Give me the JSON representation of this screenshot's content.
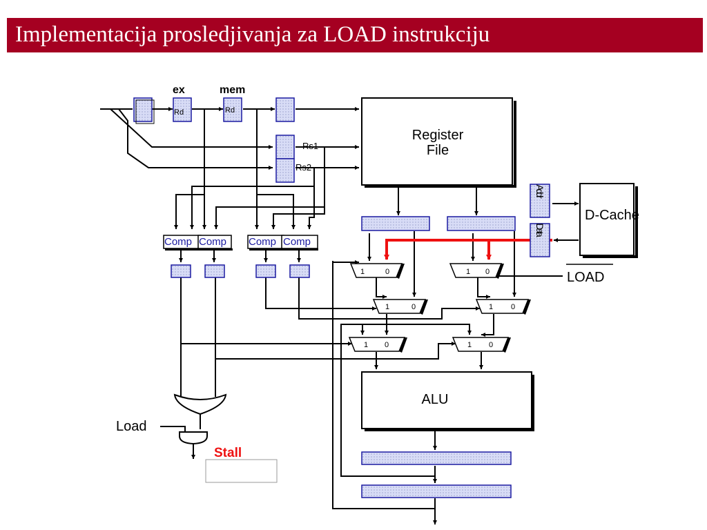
{
  "title": "Implementacija prosledjivanja za LOAD instrukciju",
  "labels": {
    "ex": "ex",
    "mem": "mem",
    "rd1": "Rd",
    "rd2": "Rd",
    "rs1": "Rs1",
    "rs2": "Rs2",
    "register_file_line1": "Register",
    "register_file_line2": "File",
    "dcache": "D-Cache",
    "addr": "Addr",
    "data": "Data",
    "load_bar": "LOAD",
    "load": "Load",
    "alu": "ALU",
    "stall": "Stall",
    "comp": "Comp",
    "mux_one": "1",
    "mux_zero": "0"
  },
  "colors": {
    "title_bar": "#a50021",
    "register_fill": "#d8dcf6",
    "register_border": "#1a1aa0",
    "forward_path": "#ee1111",
    "stall_text": "#ee1111",
    "comp_text": "#1a1aa0"
  }
}
